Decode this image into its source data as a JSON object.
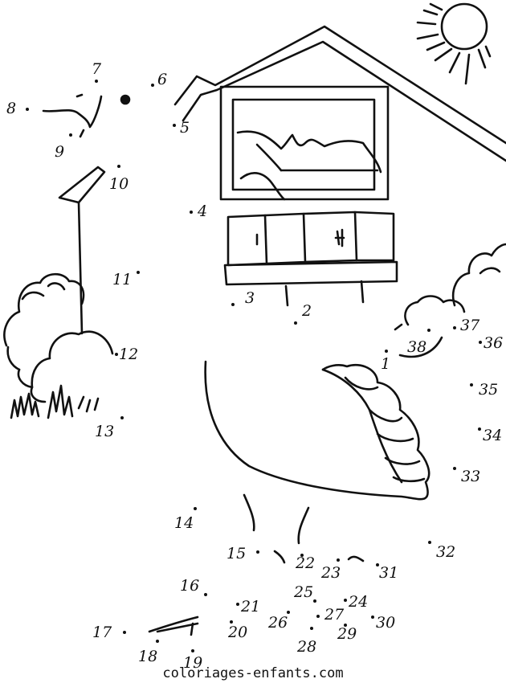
{
  "footer": {
    "site": "coloriages-enfants.com"
  },
  "dots": [
    {
      "n": "1"
    },
    {
      "n": "2"
    },
    {
      "n": "3"
    },
    {
      "n": "4"
    },
    {
      "n": "5"
    },
    {
      "n": "6"
    },
    {
      "n": "7"
    },
    {
      "n": "8"
    },
    {
      "n": "9"
    },
    {
      "n": "10"
    },
    {
      "n": "11"
    },
    {
      "n": "12"
    },
    {
      "n": "13"
    },
    {
      "n": "14"
    },
    {
      "n": "15"
    },
    {
      "n": "16"
    },
    {
      "n": "17"
    },
    {
      "n": "18"
    },
    {
      "n": "19"
    },
    {
      "n": "20"
    },
    {
      "n": "21"
    },
    {
      "n": "22"
    },
    {
      "n": "23"
    },
    {
      "n": "24"
    },
    {
      "n": "25"
    },
    {
      "n": "26"
    },
    {
      "n": "27"
    },
    {
      "n": "28"
    },
    {
      "n": "29"
    },
    {
      "n": "30"
    },
    {
      "n": "31"
    },
    {
      "n": "32"
    },
    {
      "n": "33"
    },
    {
      "n": "34"
    },
    {
      "n": "35"
    },
    {
      "n": "36"
    },
    {
      "n": "37"
    },
    {
      "n": "38"
    }
  ],
  "colors": {
    "ink": "#111111",
    "paper": "#ffffff"
  }
}
